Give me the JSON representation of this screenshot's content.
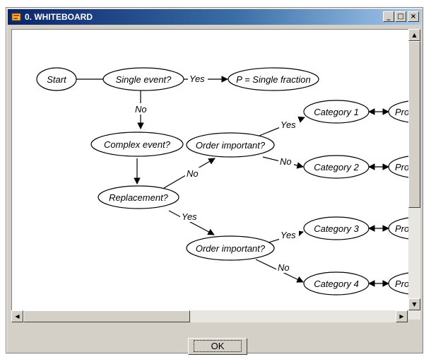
{
  "window": {
    "title": "0. WHITEBOARD",
    "controls": {
      "minimize": "_",
      "maximize": "□",
      "close": "×"
    }
  },
  "diagram": {
    "nodes": {
      "start": "Start",
      "single_event": "Single event?",
      "single_fraction": "P = Single fraction",
      "complex_event": "Complex event?",
      "order_top": "Order important?",
      "replacement": "Replacement?",
      "order_bottom": "Order important?",
      "cat1": "Category 1",
      "cat2": "Category 2",
      "cat3": "Category 3",
      "cat4": "Category 4",
      "pro1": "Pro",
      "pro2": "Pro",
      "pro3": "Pro",
      "pro4": "Pro..."
    },
    "edges": {
      "yes_single": "Yes",
      "no_single": "No",
      "no_replacement": "No",
      "yes_cat1": "Yes",
      "no_cat2": "No",
      "yes_replacement": "Yes",
      "yes_cat3": "Yes",
      "no_cat4": "No"
    }
  },
  "buttons": {
    "ok": "OK"
  }
}
